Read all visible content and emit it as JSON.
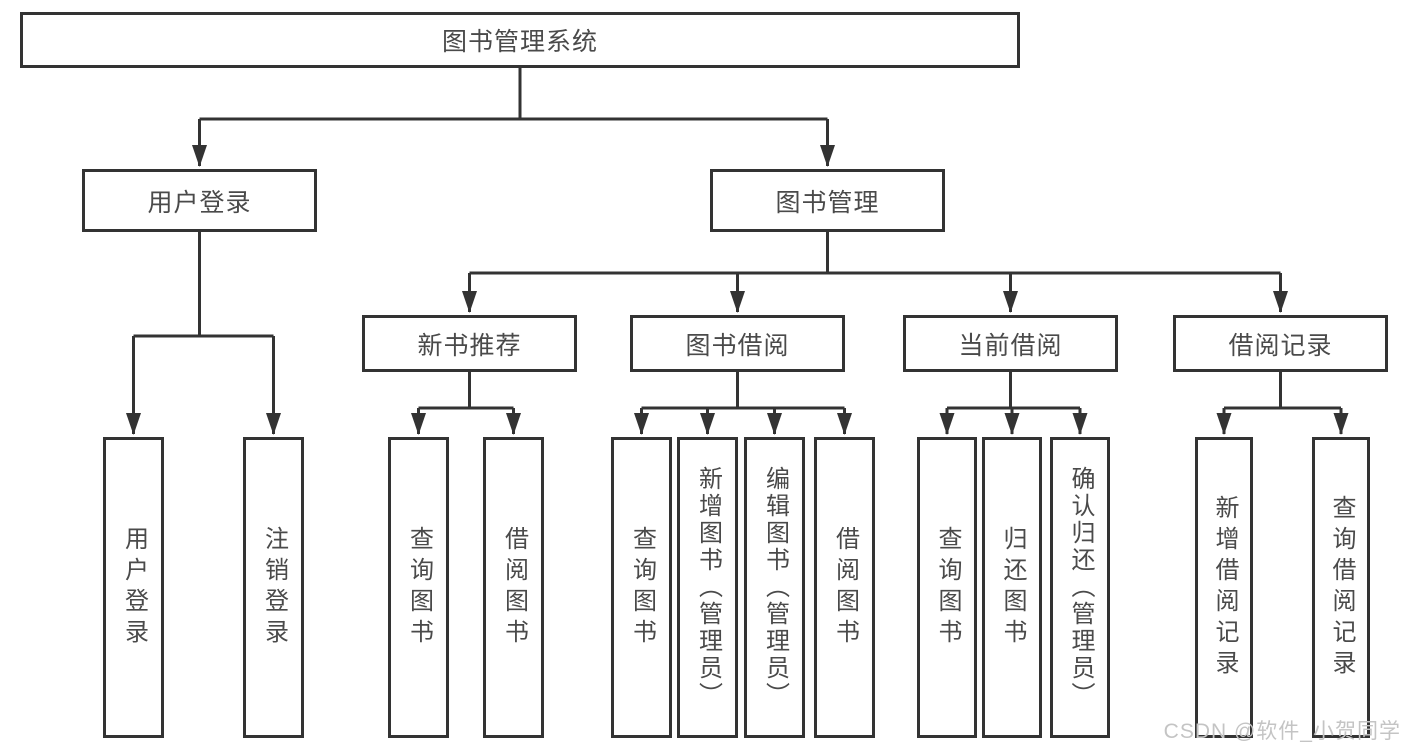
{
  "diagram": {
    "root": {
      "label": "图书管理系统"
    },
    "level2": [
      {
        "label": "用户登录"
      },
      {
        "label": "图书管理"
      }
    ],
    "level3": [
      {
        "label": "新书推荐"
      },
      {
        "label": "图书借阅"
      },
      {
        "label": "当前借阅"
      },
      {
        "label": "借阅记录"
      }
    ],
    "leaves": {
      "user_login": [
        {
          "label": "用户登录"
        },
        {
          "label": "注销登录"
        }
      ],
      "new_book_recommend": [
        {
          "label": "查询图书"
        },
        {
          "label": "借阅图书"
        }
      ],
      "book_borrow": [
        {
          "label": "查询图书"
        },
        {
          "label": "新增图书（管理员）"
        },
        {
          "label": "编辑图书（管理员）"
        },
        {
          "label": "借阅图书"
        }
      ],
      "current_borrow": [
        {
          "label": "查询图书"
        },
        {
          "label": "归还图书"
        },
        {
          "label": "确认归还（管理员）"
        }
      ],
      "borrow_record": [
        {
          "label": "新增借阅记录"
        },
        {
          "label": "查询借阅记录"
        }
      ]
    }
  },
  "watermark": {
    "text": "CSDN @软件_小贺同学"
  },
  "colors": {
    "line": "#333333",
    "border": "#333333",
    "text": "#4a4a4a",
    "watermark": "#c4c4c4",
    "background": "#ffffff"
  }
}
